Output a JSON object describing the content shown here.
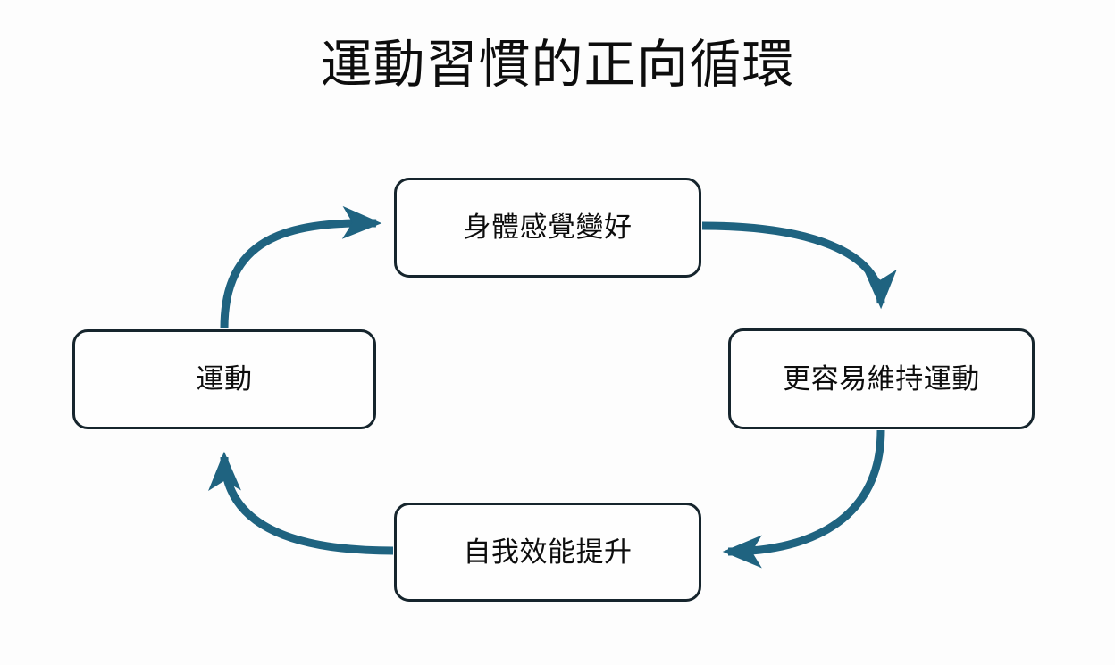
{
  "title": "運動習慣的正向循環",
  "colors": {
    "background": "#fdfdfd",
    "box_border": "#16252d",
    "box_fill": "#fefefe",
    "arrow": "#1f6380",
    "text": "#0d0d0d"
  },
  "diagram": {
    "type": "cycle",
    "direction": "clockwise",
    "nodes": [
      {
        "id": "exercise",
        "label": "運動",
        "position": "left"
      },
      {
        "id": "feel_good",
        "label": "身體感覺變好",
        "position": "top"
      },
      {
        "id": "easier",
        "label": "更容易維持運動",
        "position": "right"
      },
      {
        "id": "self_eff",
        "label": "自我效能提升",
        "position": "bottom"
      }
    ],
    "edges": [
      {
        "from": "exercise",
        "to": "feel_good",
        "style": "curved-arrow"
      },
      {
        "from": "feel_good",
        "to": "easier",
        "style": "curved-arrow"
      },
      {
        "from": "easier",
        "to": "self_eff",
        "style": "curved-arrow"
      },
      {
        "from": "self_eff",
        "to": "exercise",
        "style": "curved-arrow"
      }
    ]
  }
}
